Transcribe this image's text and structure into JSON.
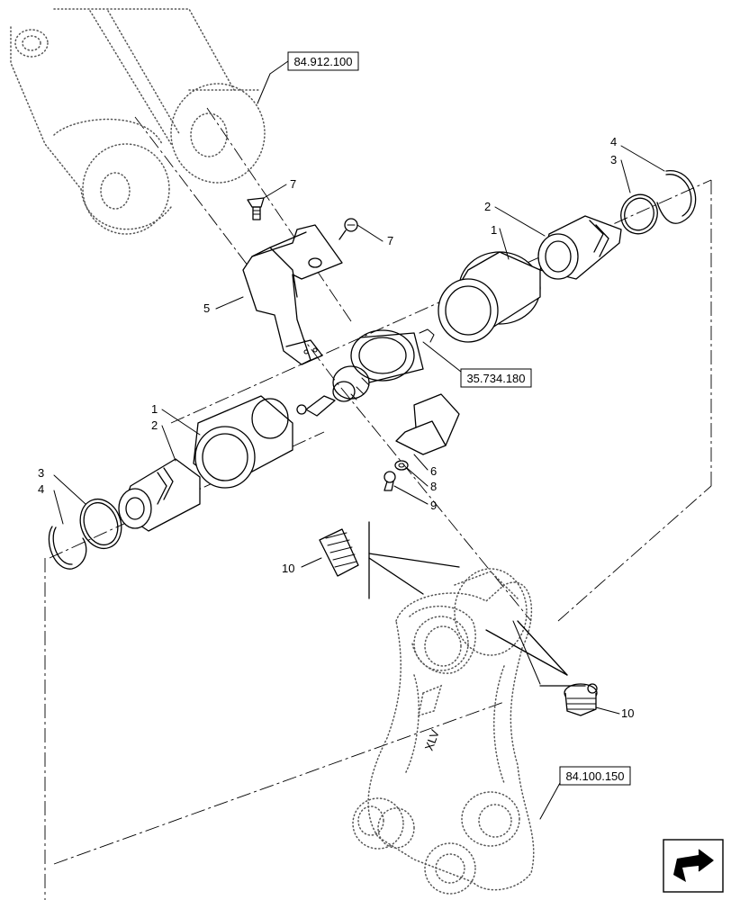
{
  "diagram": {
    "references": [
      {
        "id": "ref-84-912-100",
        "text": "84.912.100"
      },
      {
        "id": "ref-35-734-180",
        "text": "35.734.180"
      },
      {
        "id": "ref-84-100-150",
        "text": "84.100.150"
      }
    ],
    "callouts": {
      "c1a": "1",
      "c1b": "1",
      "c2a": "2",
      "c2b": "2",
      "c3a": "3",
      "c3b": "3",
      "c4a": "4",
      "c4b": "4",
      "c5": "5",
      "c6": "6",
      "c7a": "7",
      "c7b": "7",
      "c8": "8",
      "c9": "9",
      "c10a": "10",
      "c10b": "10"
    },
    "arm_marking": "XLV",
    "nav_icon": "arrow-navigation-icon"
  }
}
